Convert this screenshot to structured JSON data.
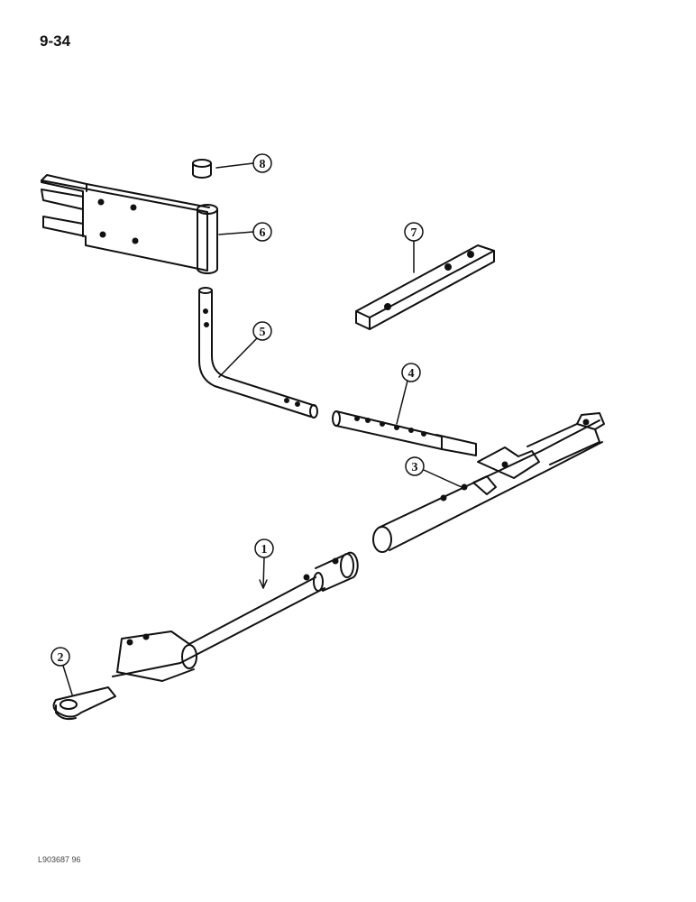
{
  "page_number": "9-34",
  "figure_code": "L903687 96",
  "callouts": [
    {
      "id": "1",
      "label": "1",
      "part": "drawbar-tube"
    },
    {
      "id": "2",
      "label": "2",
      "part": "hitch-clevis"
    },
    {
      "id": "3",
      "label": "3",
      "part": "extension-tube-with-clamps"
    },
    {
      "id": "4",
      "label": "4",
      "part": "drawbar-extension"
    },
    {
      "id": "5",
      "label": "5",
      "part": "bent-support-rod"
    },
    {
      "id": "6",
      "label": "6",
      "part": "clevis-plate-with-sleeve"
    },
    {
      "id": "7",
      "label": "7",
      "part": "flat-bar"
    },
    {
      "id": "8",
      "label": "8",
      "part": "bushing"
    }
  ]
}
